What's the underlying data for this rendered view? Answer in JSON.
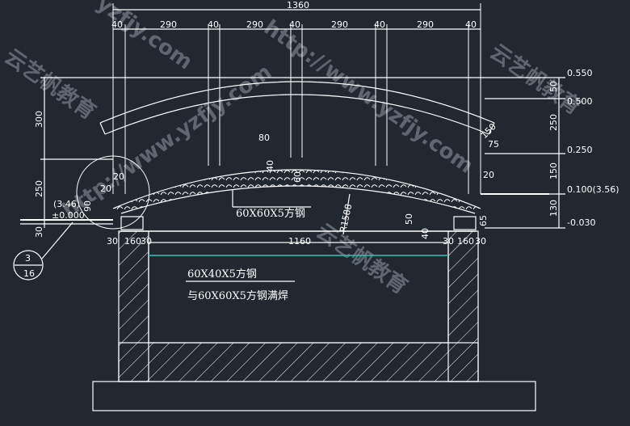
{
  "top_dims": {
    "overall": "1360",
    "segments": [
      "40",
      "290",
      "40",
      "290",
      "40",
      "290",
      "40",
      "290",
      "40"
    ]
  },
  "left_dims": [
    "300",
    "250",
    "20",
    "20",
    "90",
    "30"
  ],
  "right_elevations": [
    "0.550",
    "0.500",
    "0.250",
    "0.100(3.56)",
    "-0.030"
  ],
  "right_dims": [
    "50",
    "250",
    "150",
    "20",
    "130"
  ],
  "detail_dims": {
    "d80": "80",
    "d40": "40",
    "d60": "60",
    "d150": "150",
    "d75": "75",
    "d50": "50",
    "d40b": "40",
    "d65": "65",
    "radius": "R1588",
    "bottom_left": [
      "30",
      "160",
      "30"
    ],
    "bottom_span": "1160",
    "bottom_right": [
      "30",
      "160",
      "30"
    ]
  },
  "left_annotations": {
    "elev_top": "(3.46)",
    "elev_zero": "±0.000",
    "ref_num": "3",
    "ref_den": "16"
  },
  "labels": {
    "arch_steel": "60X60X5方钢",
    "beam_steel_1": "60X40X5方钢",
    "beam_steel_2": "与60X60X5方钢满焊"
  },
  "watermarks": [
    "yzfjy.com",
    "云艺帆教育",
    "http://www.yzfjy.com",
    "云艺帆教育",
    "http://www.yzfjy.com",
    "云艺帆教育"
  ]
}
